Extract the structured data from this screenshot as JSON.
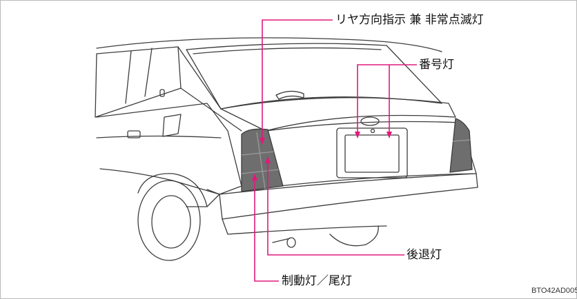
{
  "labels": {
    "turn_hazard": "リヤ方向指示 兼 非常点滅灯",
    "license_plate": "番号灯",
    "reverse": "後退灯",
    "stop_tail": "制動灯／尾灯"
  },
  "image_code": "BTO42AD005",
  "colors": {
    "leader": "#e0197d",
    "car_line": "#3c3c3c",
    "lamp_fill": "#6e6e6e",
    "frame": "#b9b9b9"
  }
}
